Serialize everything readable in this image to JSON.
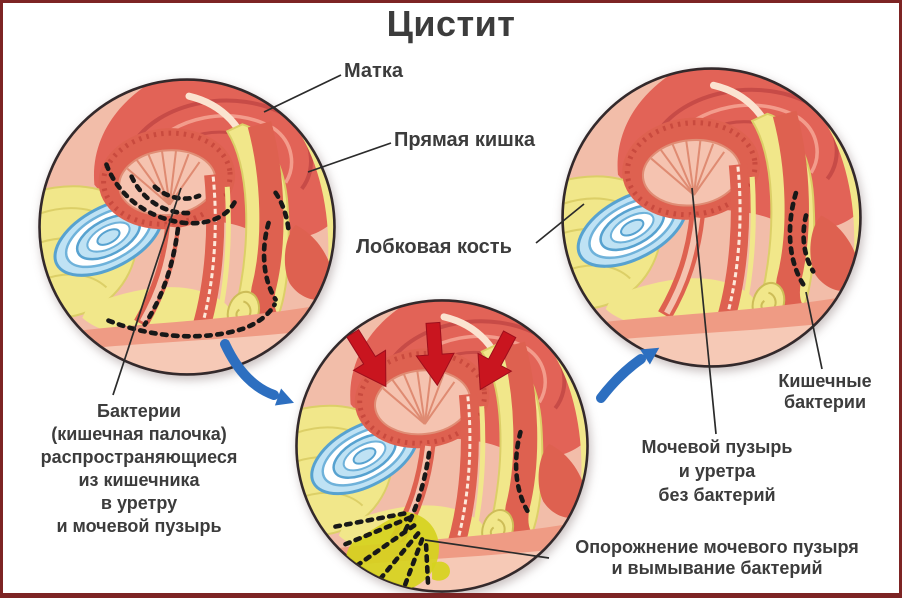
{
  "title": "Цистит",
  "labels": {
    "uterus": "Матка",
    "rectum": "Прямая кишка",
    "pubic_bone": "Лобковая кость",
    "bacteria_spread": "Бактерии\n(кишечная палочка)\nраспространяющиеся\nиз кишечника\nв уретру\nи мочевой пузырь",
    "intestinal_bacteria": "Кишечные\nбактерии",
    "bladder_no_bacteria": "Мочевой пузырь\nи уретра\nбез бактерий",
    "bladder_emptying": "Опорожнение мочевого пузыря\nи вымывание бактерий"
  },
  "icons": {
    "stage_transition": "curved-blue-arrow",
    "bladder_compression": "red-down-arrow",
    "bacteria": "black-dash-dots"
  },
  "colors": {
    "frame_border": "#7d2424",
    "text": "#3c3c3c",
    "blue_arrow": "#2d6fc0",
    "red_arrow": "#c9151f",
    "urine_yellow": "#d6d21e"
  }
}
